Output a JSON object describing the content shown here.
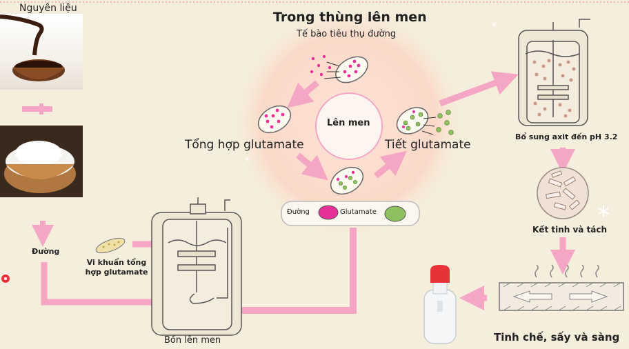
{
  "labels": {
    "raw_material": "Nguyên liệu",
    "fermenter_title": "Trong thùng lên men",
    "cell_consume": "Tế bào tiêu thụ đường",
    "fermentation_center": "Lên men",
    "synthesize": "Tổng hợp glutamate",
    "secrete": "Tiết glutamate",
    "sugar": "Đường",
    "bacteria": "Vi   khuẩn   tổng hợp glutamate",
    "fermentation_tank": "Bồn lên men",
    "add_acid": "Bổ sung axit đến pH 3.2",
    "crystallize": "Kết tinh và tách",
    "refine": "Tinh chế, sấy và sàng"
  },
  "legend": {
    "sugar_label": "Đường",
    "glutamate_label": "Glutamate",
    "sugar_color": "#e8309a",
    "glutamate_color": "#8fc060"
  },
  "colors": {
    "arrow": "#f4a6c4",
    "background": "#f5eedc",
    "glow": "#fbd6c6",
    "cap_red": "#e8323a"
  }
}
